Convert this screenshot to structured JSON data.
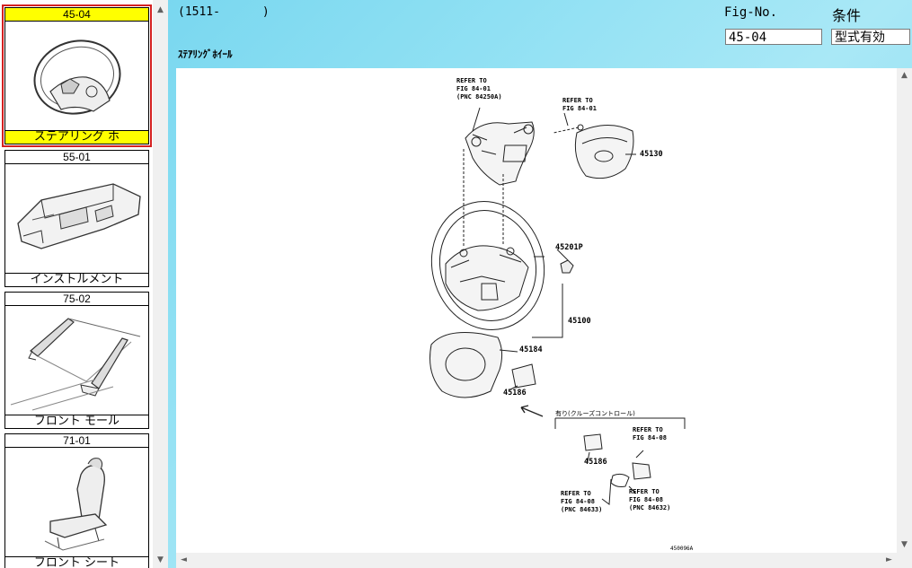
{
  "header": {
    "code_text": "(1511-      )",
    "fig_label": "Fig-No.",
    "condition_label": "条件",
    "fig_value": "45-04",
    "condition_value": "型式有効",
    "section_title": "ｽﾃｱﾘﾝｸﾞﾎｲｰﾙ"
  },
  "thumbnails": [
    {
      "code": "45-04",
      "name": "ステアリング ホ",
      "selected": true,
      "icon": "steering-wheel-icon"
    },
    {
      "code": "55-01",
      "name": "インストルメント",
      "selected": false,
      "icon": "instrument-panel-icon"
    },
    {
      "code": "75-02",
      "name": "フロント モール",
      "selected": false,
      "icon": "front-molding-icon"
    },
    {
      "code": "71-01",
      "name": "フロント シート",
      "selected": false,
      "icon": "front-seat-icon"
    }
  ],
  "diagram": {
    "refer_blocks": [
      {
        "line1": "REFER TO",
        "line2": "FIG 84-01",
        "line3": "(PNC 84250A)"
      },
      {
        "line1": "REFER TO",
        "line2": "FIG 84-01",
        "line3": ""
      },
      {
        "line1": "REFER TO",
        "line2": "FIG 84-08",
        "line3": ""
      },
      {
        "line1": "REFER TO",
        "line2": "FIG 84-08",
        "line3": "(PNC 84633)"
      },
      {
        "line1": "REFER TO",
        "line2": "FIG 84-08",
        "line3": "(PNC 84632)"
      }
    ],
    "part_numbers": [
      "45130",
      "45201P",
      "45100",
      "45184",
      "45186",
      "45186"
    ],
    "option_note": "有り(クルーズコントロール)",
    "image_id": "450096A"
  },
  "scroll": {
    "up": "▲",
    "down": "▼",
    "left": "◄",
    "right": "►"
  }
}
